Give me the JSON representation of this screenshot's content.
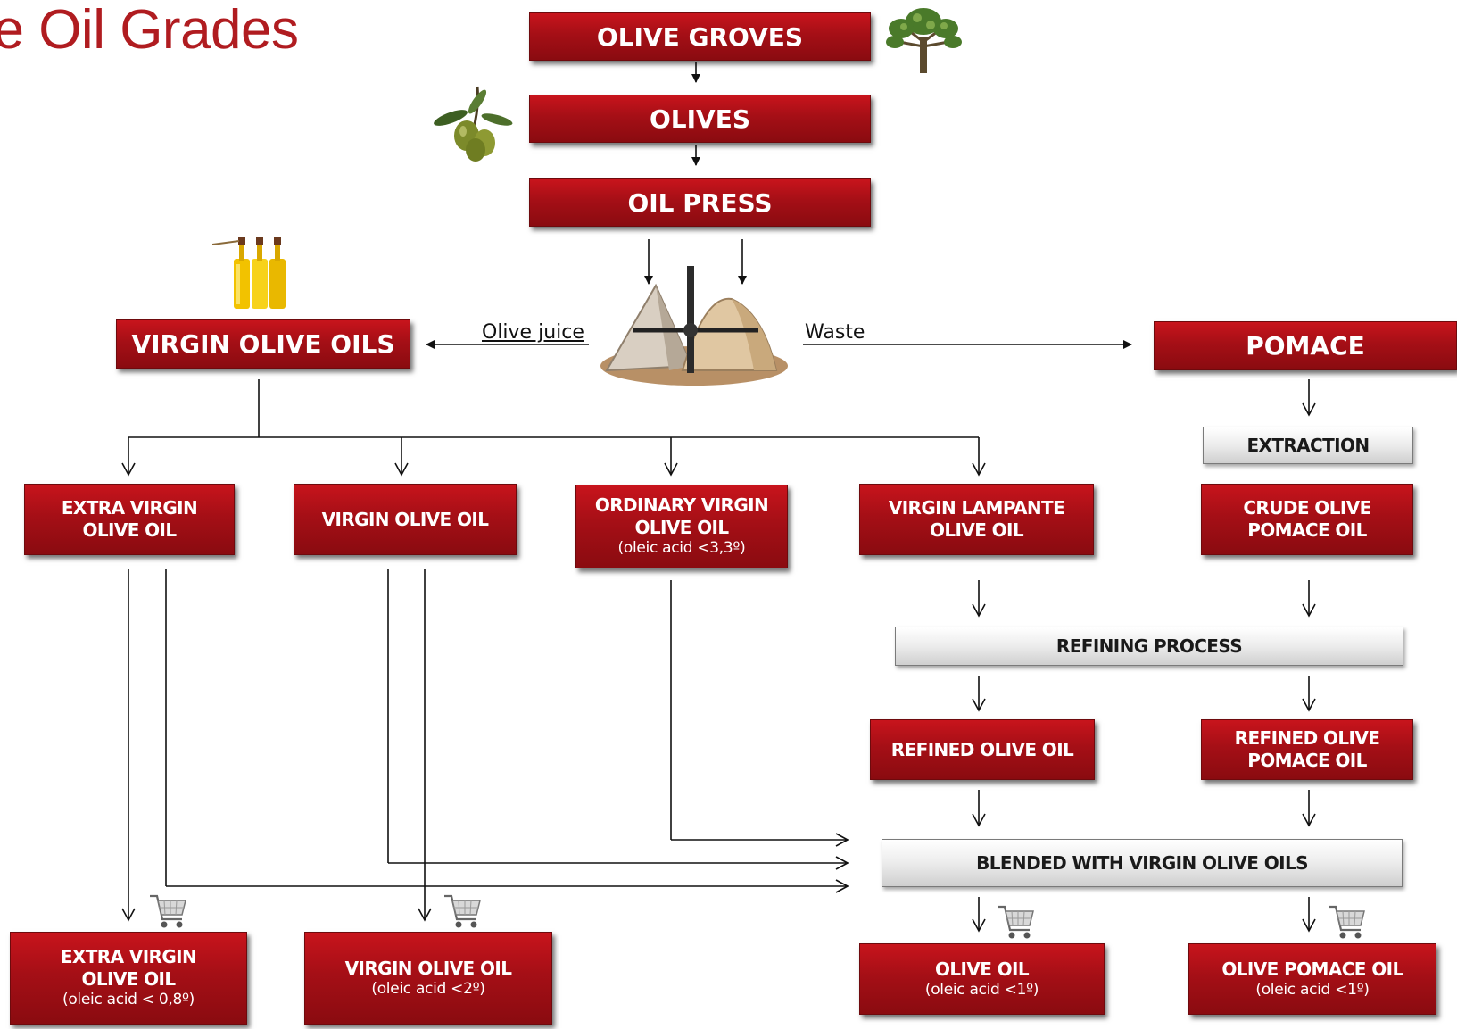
{
  "title": "ve Oil Grades",
  "labels": {
    "olive_juice": "Olive juice",
    "waste": "Waste"
  },
  "boxes": {
    "olive_groves": "OLIVE GROVES",
    "olives": "OLIVES",
    "oil_press": "OIL PRESS",
    "virgin_olive_oils": "VIRGIN OLIVE OILS",
    "pomace": "POMACE",
    "extraction": "EXTRACTION",
    "extra_virgin": {
      "line1": "EXTRA VIRGIN",
      "line2": "OLIVE OIL"
    },
    "virgin_olive_oil": "VIRGIN OLIVE OIL",
    "ordinary_virgin": {
      "line1": "ORDINARY VIRGIN",
      "line2": "OLIVE OIL",
      "line3": "(oleic acid <3,3º)"
    },
    "virgin_lampante": {
      "line1": "VIRGIN LAMPANTE",
      "line2": "OLIVE OIL"
    },
    "crude_pomace": {
      "line1": "CRUDE OLIVE",
      "line2": "POMACE OIL"
    },
    "refining_process": "REFINING PROCESS",
    "refined_olive_oil": "REFINED OLIVE OIL",
    "refined_pomace": {
      "line1": "REFINED OLIVE",
      "line2": "POMACE OIL"
    },
    "blended": "BLENDED WITH VIRGIN OLIVE OILS",
    "final_extra_virgin": {
      "line1": "EXTRA VIRGIN",
      "line2": "OLIVE OIL",
      "line3": "(oleic acid < 0,8º)"
    },
    "final_virgin": {
      "line1": "VIRGIN OLIVE OIL",
      "line2": "(oleic acid <2º)"
    },
    "final_olive_oil": {
      "line1": "OLIVE OIL",
      "line2": "(oleic acid <1º)"
    },
    "final_pomace": {
      "line1": "OLIVE POMACE OIL",
      "line2": "(oleic acid <1º)"
    }
  },
  "icons": {
    "tree": "olive-tree-icon",
    "olives": "olive-branch-icon",
    "bottles": "oil-bottles-icon",
    "mill": "stone-mill-icon",
    "cart": "shopping-cart-icon"
  },
  "colors": {
    "title": "#b01c20",
    "box_red": "#a50f16",
    "box_gray": "#e6e6e6"
  }
}
